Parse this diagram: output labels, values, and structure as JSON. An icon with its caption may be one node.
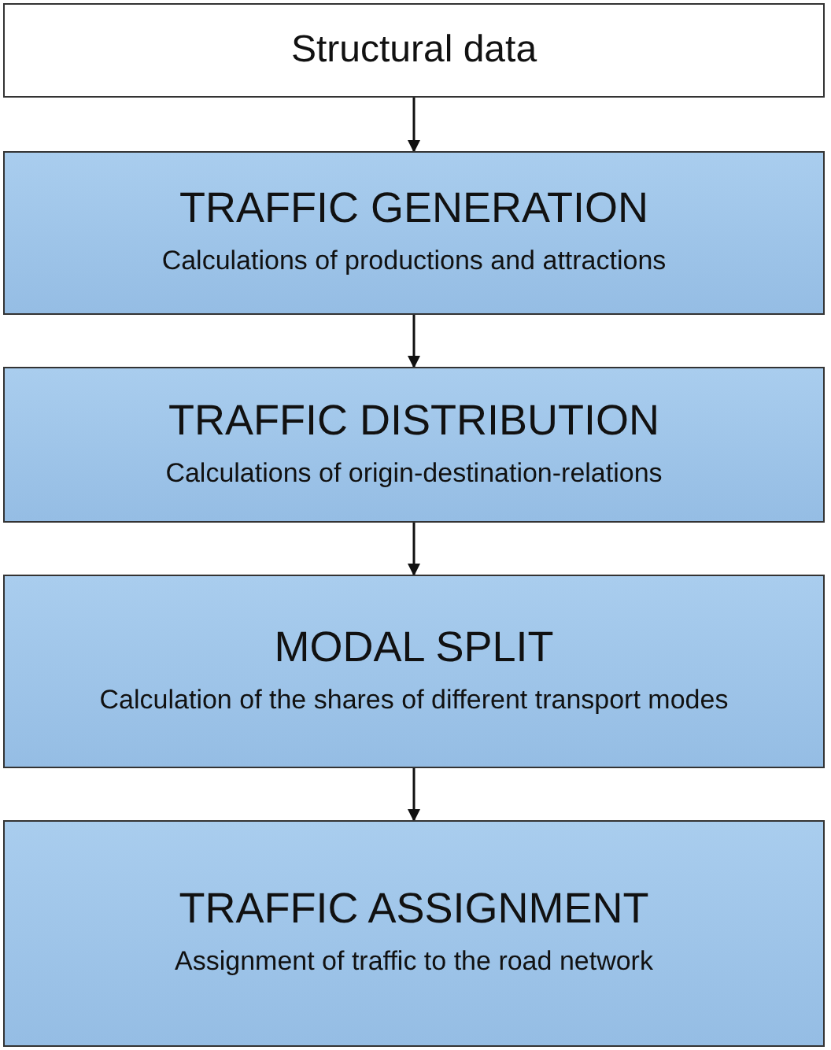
{
  "diagram": {
    "nodes": [
      {
        "text": [
          "Structural data"
        ]
      },
      {
        "text": [
          "TRAFFIC GENERATION",
          "Calculations of productions and attractions"
        ]
      },
      {
        "text": [
          "TRAFFIC DISTRIBUTION",
          "Calculations of origin-destination-relations"
        ]
      },
      {
        "text": [
          "MODAL SPLIT",
          "Calculation of the shares of different transport modes"
        ]
      },
      {
        "text": [
          "TRAFFIC ASSIGNMENT",
          "Assignment of traffic to the road network"
        ]
      }
    ],
    "edges": [
      {
        "from": 0,
        "to": 1,
        "arrow": "to"
      },
      {
        "from": 1,
        "to": 2,
        "arrow": "to"
      },
      {
        "from": 2,
        "to": 3,
        "arrow": "to"
      },
      {
        "from": 3,
        "to": 4,
        "arrow": "to"
      }
    ]
  }
}
